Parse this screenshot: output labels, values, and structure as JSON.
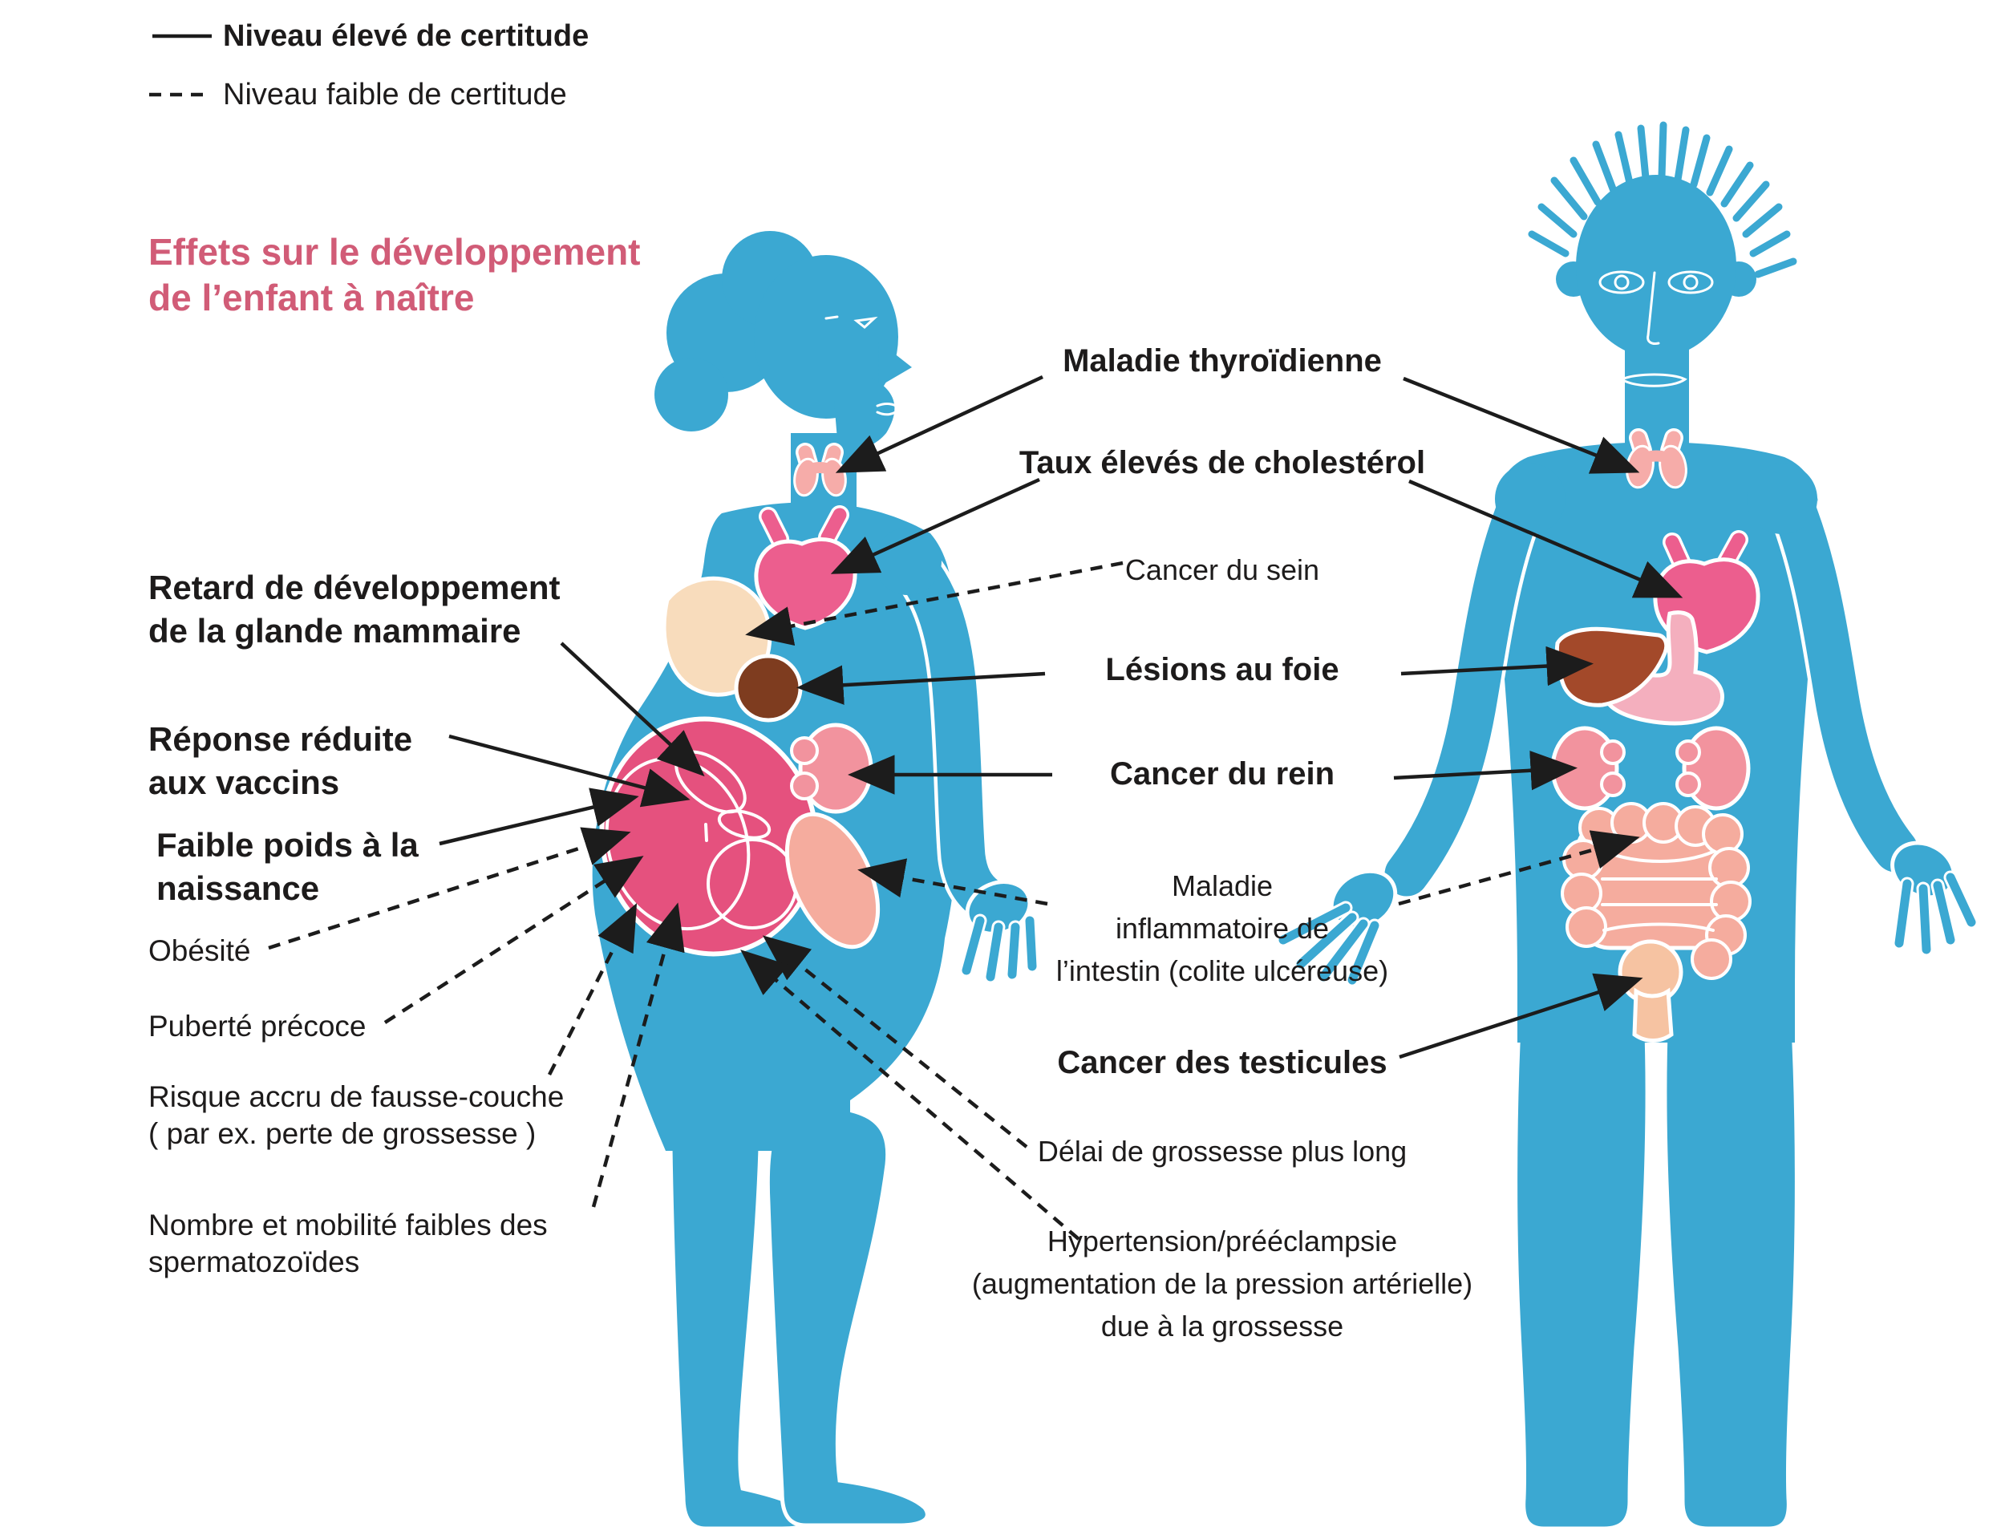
{
  "legend": {
    "high": "Niveau élevé de certitude",
    "low": "Niveau faible de certitude"
  },
  "heading": {
    "line1": "Effets sur le développement",
    "line2": "de l’enfant à naître"
  },
  "center_labels": {
    "maladie_thyroidienne": "Maladie thyroïdienne",
    "taux_cholesterol": "Taux élevés de cholestérol",
    "cancer_sein": "Cancer du sein",
    "lesions_foie": "Lésions au foie",
    "cancer_rein": "Cancer du rein",
    "maladie_inflammatoire_l1": "Maladie",
    "maladie_inflammatoire_l2": "inflammatoire de",
    "maladie_inflammatoire_l3": "l’intestin (colite ulcéreuse)",
    "cancer_testicules": "Cancer des testicules",
    "delai_grossesse": "Délai de grossesse plus long",
    "hypertension_l1": "Hypertension/prééclampsie",
    "hypertension_l2": "(augmentation de la pression artérielle)",
    "hypertension_l3": "due à la grossesse"
  },
  "left_labels": {
    "retard_l1": "Retard de développement",
    "retard_l2": "de la glande mammaire",
    "reponse_l1": "Réponse réduite",
    "reponse_l2": "aux vaccins",
    "faible_l1": "Faible poids à la",
    "faible_l2": "naissance",
    "obesite": "Obésité",
    "puberte": "Puberté précoce",
    "risque_l1": "Risque accru de fausse-couche",
    "risque_l2": "( par ex. perte de grossesse )",
    "nombre_l1": "Nombre et mobilité faibles des",
    "nombre_l2": "spermatozoïdes"
  },
  "colors": {
    "body_blue": "#3BA8D2",
    "heading_pink": "#D15C77",
    "heart_pink": "#EC5E8E",
    "uterus_pink": "#E5517E",
    "thyroid_pink": "#F6ACA9",
    "kidney_pink": "#F2939E",
    "intestine_salmon": "#F5AC9E",
    "stomach_pink": "#F4AFBE",
    "fetus_beige": "#F7CFA8",
    "breast_beige": "#F8DCBC",
    "liver_brown": "#A3492A",
    "circle_brown": "#7E3C1F",
    "genital_peach": "#F6C3A2",
    "line_black": "#1C1C1C",
    "text_black": "#1D1B1B"
  }
}
